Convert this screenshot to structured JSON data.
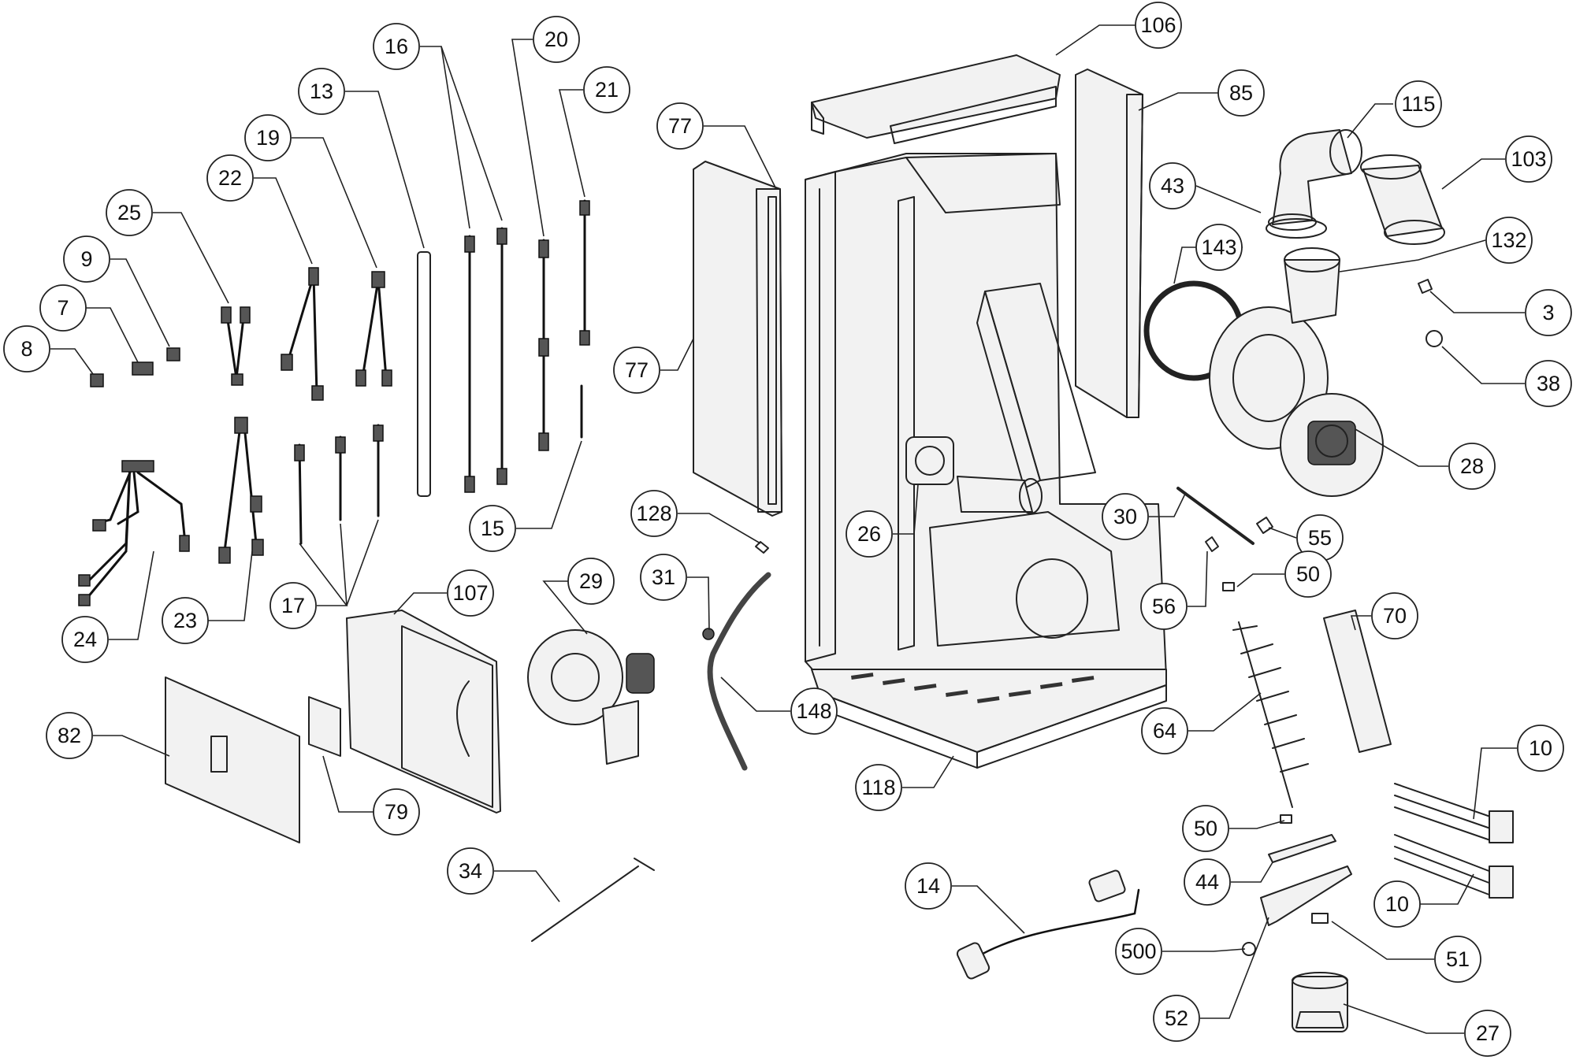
{
  "diagram": {
    "callouts": [
      "106",
      "85",
      "115",
      "103",
      "43",
      "143",
      "132",
      "3",
      "38",
      "28",
      "77",
      "77",
      "16",
      "20",
      "21",
      "13",
      "19",
      "22",
      "25",
      "9",
      "7",
      "8",
      "15",
      "128",
      "26",
      "30",
      "55",
      "50",
      "56",
      "70",
      "64",
      "50",
      "44",
      "51",
      "52",
      "27",
      "10",
      "10",
      "14",
      "500",
      "118",
      "148",
      "31",
      "29",
      "107",
      "82",
      "79",
      "34",
      "24",
      "23",
      "17"
    ]
  }
}
